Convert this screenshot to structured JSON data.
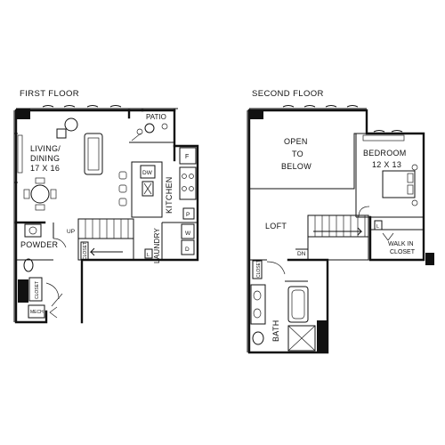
{
  "first_floor": {
    "title": "FIRST FLOOR",
    "rooms": {
      "living_dining_line1": "LIVING/",
      "living_dining_line2": "DINING",
      "living_dining_size": "17 X 16",
      "patio": "PATIO",
      "kitchen": "KITCHEN",
      "laundry": "LAUNDRY",
      "powder": "POWDER",
      "closet": "CLOSET",
      "mech": "MECH"
    },
    "fixtures": {
      "dw": "DW",
      "fridge": "F",
      "pantry": "P",
      "dryer": "D",
      "washer": "W",
      "linen": "L",
      "stair_up": "UP",
      "stair_closet": "CLOSET"
    }
  },
  "second_floor": {
    "title": "SECOND FLOOR",
    "rooms": {
      "open_line1": "OPEN",
      "open_line2": "TO",
      "open_line3": "BELOW",
      "bedroom": "BEDROOM",
      "bedroom_size": "12 X 13",
      "loft": "LOFT",
      "bath": "BATH",
      "walk_in_line1": "WALK IN",
      "walk_in_line2": "CLOSET",
      "closet": "CLOSET"
    },
    "fixtures": {
      "stair_down": "DN",
      "linen": "L"
    }
  }
}
